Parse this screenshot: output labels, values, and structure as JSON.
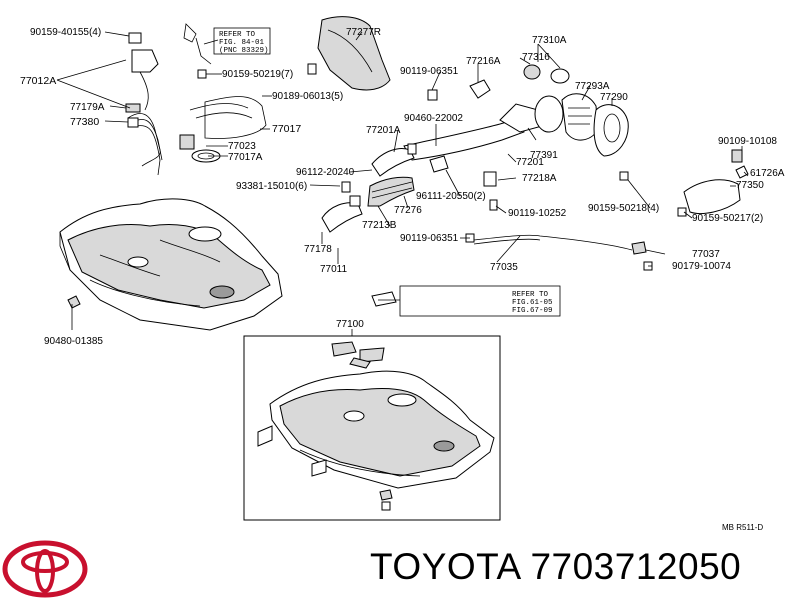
{
  "callouts": {
    "c90159_40155": "90159-40155(4)",
    "c77012A": "77012A",
    "c77179A": "77179A",
    "c77380": "77380",
    "c90159_50219": "90159-50219(7)",
    "c90189_06013": "90189-06013(5)",
    "c77017": "77017",
    "c77023": "77023",
    "c77017A": "77017A",
    "c77277R": "77277R",
    "c90119_06351a": "90119-06351",
    "c77216A": "77216A",
    "c77310A": "77310A",
    "c77316": "77316",
    "c77293A": "77293A",
    "c77290": "77290",
    "c90460_22002": "90460-22002",
    "c77201A": "77201A",
    "c77201": "77201",
    "c77391": "77391",
    "c96112_20240": "96112-20240",
    "c93381_15010": "93381-15010(6)",
    "c96111_20550": "96111-20550(2)",
    "c77218A": "77218A",
    "c90109_10108": "90109-10108",
    "c61726A": "61726A",
    "c77350": "77350",
    "c90159_50218": "90159-50218(4)",
    "c90159_50217": "90159-50217(2)",
    "c77213B": "77213B",
    "c77276": "77276",
    "c90119_10252": "90119-10252",
    "c90119_06351b": "90119-06351",
    "c77178": "77178",
    "c77011": "77011",
    "c77035": "77035",
    "c77037": "77037",
    "c90179_10074": "90179-10074",
    "c90480_01385": "90480-01385",
    "c77100": "77100"
  },
  "refer_notes": {
    "top": [
      "REFER TO",
      "FIG. 84-01",
      "(PNC 83329)"
    ],
    "mid": [
      "REFER TO",
      "FIG.61-05",
      "FIG.67-09"
    ]
  },
  "diagram_code": "MB R511-D",
  "footer": {
    "brand": "TOYOTA 7703712050"
  }
}
